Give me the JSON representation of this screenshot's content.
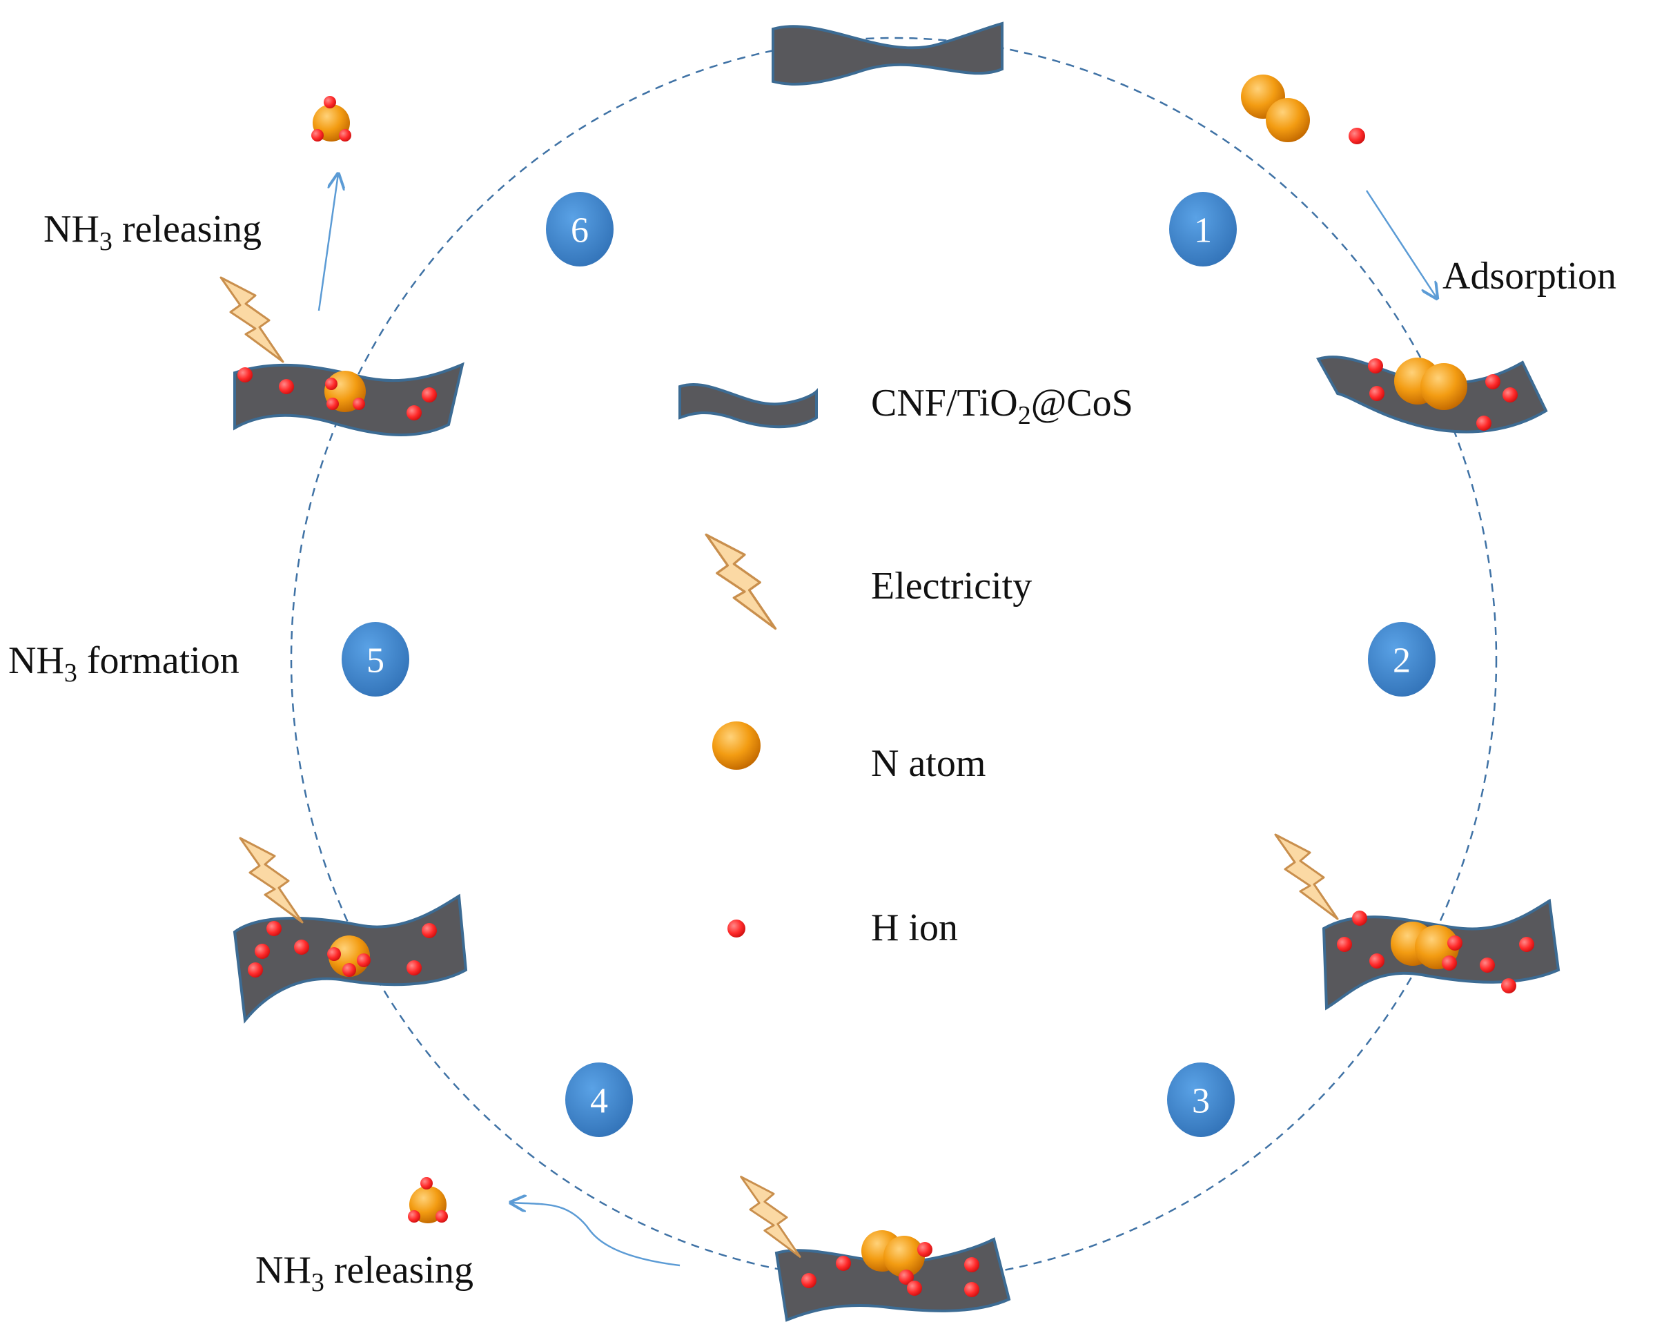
{
  "colors": {
    "ribbon_fill": "#58585c",
    "ribbon_edge": "#3c6b93",
    "cycle_line": "#3f72a5",
    "arrow": "#5b9bd5",
    "badge": "#3f82c8",
    "n_atom": "#f39c12",
    "n_atom_dark": "#c46a00",
    "h_ion": "#ff3030",
    "bolt_fill": "#fbd9a4",
    "bolt_edge": "#c98f4d"
  },
  "steps": [
    "1",
    "2",
    "3",
    "4",
    "5",
    "6"
  ],
  "labels": {
    "adsorption": "Adsorption",
    "nh3_formation": {
      "main": "NH",
      "sub": "3",
      "rest": " formation"
    },
    "nh3_releasing_top": {
      "main": "NH",
      "sub": "3",
      "rest": " releasing"
    },
    "nh3_releasing_bottom": {
      "main": "NH",
      "sub": "3",
      "rest": " releasing"
    }
  },
  "legend": {
    "catalyst": {
      "pre": "CNF/TiO",
      "sub": "2",
      "post": "@CoS"
    },
    "electricity": "Electricity",
    "n_atom": "N atom",
    "h_ion": "H ion"
  }
}
